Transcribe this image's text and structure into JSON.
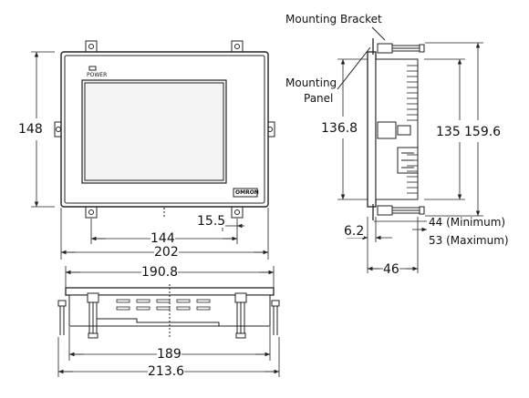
{
  "labels": {
    "mounting_bracket": "Mounting Bracket",
    "mounting": "Mounting",
    "panel": "Panel",
    "power": "POWER",
    "brand": "OMRON",
    "min": "44 (Minimum)",
    "max": "53 (Maximum)"
  },
  "dimensions": {
    "front_height": "148",
    "front_width_outer": "202",
    "front_width_holes": "144",
    "hole_offset": "15.5",
    "side_panel_height": "136.8",
    "side_inner_height": "135",
    "side_outer_height": "159.6",
    "bracket_depth": "6.2",
    "side_depth": "46",
    "bottom_top_width": "190.8",
    "bottom_inner_width": "189",
    "bottom_outer_width": "213.6"
  },
  "colors": {
    "line": "#222222",
    "screen_fill": "#f4f4f4",
    "bezel_fill": "#ffffff"
  }
}
